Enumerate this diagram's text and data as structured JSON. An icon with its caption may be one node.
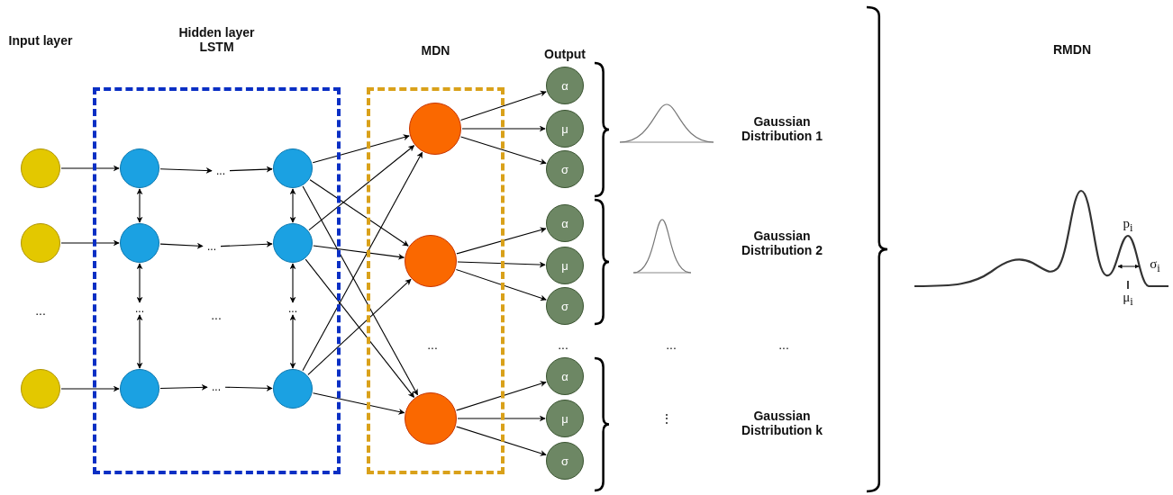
{
  "diagram": {
    "nodes": [
      {
        "text": [],
        "shape": "circle"
      },
      {
        "text": [],
        "shape": "circle"
      },
      {
        "text": [],
        "shape": "circle"
      },
      {
        "text": [
          "Hidden layer LSTM"
        ]
      },
      {
        "text": [],
        "shape": "circle",
        "in": 3
      },
      {
        "text": [
          "..."
        ],
        "in": 3
      },
      {
        "text": [],
        "shape": "circle",
        "in": 3
      },
      {
        "text": [],
        "shape": "circle",
        "in": 3
      },
      {
        "text": [
          "..."
        ],
        "in": 3
      },
      {
        "text": [],
        "shape": "circle",
        "in": 3
      },
      {
        "text": [
          "..."
        ],
        "in": 3
      },
      {
        "text": [
          "..."
        ],
        "in": 3
      },
      {
        "text": [],
        "shape": "circle",
        "in": 3
      },
      {
        "text": [
          "..."
        ],
        "in": 3
      },
      {
        "text": [],
        "shape": "circle",
        "in": 3
      },
      {
        "text": [
          "MDN"
        ]
      },
      {
        "text": [],
        "shape": "circle",
        "in": 15
      },
      {
        "text": [],
        "shape": "circle",
        "in": 15
      },
      {
        "text": [],
        "shape": "circle",
        "in": 15
      },
      {
        "text": [
          "α"
        ]
      },
      {
        "text": [
          "μ"
        ]
      },
      {
        "text": [
          "σ"
        ]
      },
      {
        "text": [
          "α"
        ]
      },
      {
        "text": [
          "μ"
        ]
      },
      {
        "text": [
          "σ"
        ]
      },
      {
        "text": [
          "α"
        ]
      },
      {
        "text": [
          "μ"
        ]
      },
      {
        "text": [
          "σ"
        ]
      }
    ],
    "edges": [
      {
        "from": 0,
        "to": 4,
        "arrow": "to"
      },
      {
        "from": 1,
        "to": 7,
        "arrow": "to"
      },
      {
        "from": 2,
        "to": 12,
        "arrow": "to"
      },
      {
        "from": 4,
        "to": 5,
        "arrow": "to"
      },
      {
        "from": 5,
        "to": 6,
        "arrow": "to"
      },
      {
        "from": 7,
        "to": 8,
        "arrow": "to"
      },
      {
        "from": 8,
        "to": 9,
        "arrow": "to"
      },
      {
        "from": 12,
        "to": 13,
        "arrow": "to"
      },
      {
        "from": 13,
        "to": 14,
        "arrow": "to"
      },
      {
        "from": 4,
        "to": 7,
        "arrow": "both"
      },
      {
        "from": 7,
        "to": 10,
        "arrow": "both"
      },
      {
        "from": 10,
        "to": 12,
        "arrow": "both"
      },
      {
        "from": 6,
        "to": 9,
        "arrow": "both"
      },
      {
        "from": 9,
        "to": 11,
        "arrow": "both"
      },
      {
        "from": 11,
        "to": 14,
        "arrow": "both"
      },
      {
        "from": 6,
        "to": 16,
        "arrow": "to"
      },
      {
        "from": 6,
        "to": 17,
        "arrow": "to"
      },
      {
        "from": 6,
        "to": 18,
        "arrow": "to"
      },
      {
        "from": 9,
        "to": 16,
        "arrow": "to"
      },
      {
        "from": 9,
        "to": 17,
        "arrow": "to"
      },
      {
        "from": 9,
        "to": 18,
        "arrow": "to"
      },
      {
        "from": 14,
        "to": 16,
        "arrow": "to"
      },
      {
        "from": 14,
        "to": 17,
        "arrow": "to"
      },
      {
        "from": 14,
        "to": 18,
        "arrow": "to"
      },
      {
        "from": 16,
        "to": 19,
        "arrow": "to"
      },
      {
        "from": 16,
        "to": 20,
        "arrow": "to"
      },
      {
        "from": 16,
        "to": 21,
        "arrow": "to"
      },
      {
        "from": 17,
        "to": 22,
        "arrow": "to"
      },
      {
        "from": 17,
        "to": 23,
        "arrow": "to"
      },
      {
        "from": 17,
        "to": 24,
        "arrow": "to"
      },
      {
        "from": 18,
        "to": 25,
        "arrow": "to"
      },
      {
        "from": 18,
        "to": 26,
        "arrow": "to"
      },
      {
        "from": 18,
        "to": 27,
        "arrow": "to"
      }
    ],
    "labels": [
      "Input layer",
      "Output",
      "RMDN",
      "Gaussian Distribution 1",
      "Gaussian Distribution 2",
      "p$_{i}$",
      "σ$_{i}$",
      "μ$_{i}$",
      "...",
      "...",
      "...",
      "...",
      "...",
      "...",
      "⋮",
      "Gaussian Distribution k"
    ]
  }
}
